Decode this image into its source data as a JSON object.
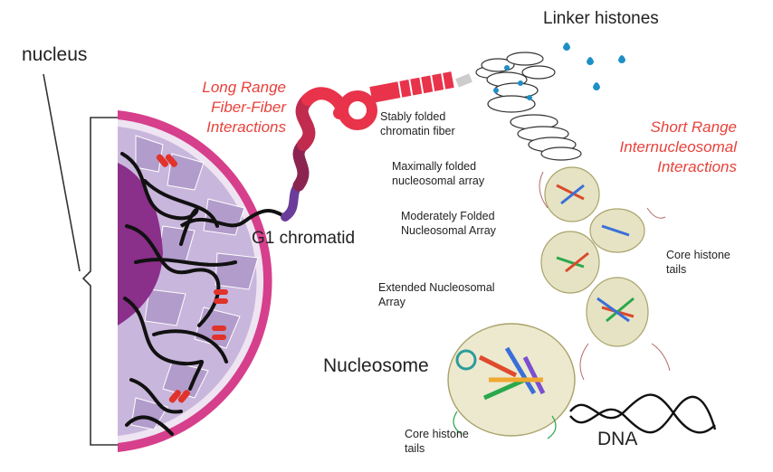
{
  "labels": {
    "nucleus": "nucleus",
    "linker_histones": "Linker histones",
    "long_range_1": "Long Range",
    "long_range_2": "Fiber-Fiber",
    "long_range_3": "Interactions",
    "stably_folded_1": "Stably folded",
    "stably_folded_2": "chromatin fiber",
    "short_range_1": "Short Range",
    "short_range_2": "Internucleosomal",
    "short_range_3": "Interactions",
    "maximally_1": "Maximally folded",
    "maximally_2": "nucleosomal array",
    "moderately_1": "Moderately Folded",
    "moderately_2": "Nucleosomal Array",
    "g1_chromatid": "G1 chromatid",
    "core_tails_right_1": "Core histone",
    "core_tails_right_2": "tails",
    "extended_1": "Extended Nucleosomal",
    "extended_2": "Array",
    "nucleosome": "Nucleosome",
    "core_tails_bottom_1": "Core histone",
    "core_tails_bottom_2": "tails",
    "dna": "DNA"
  },
  "colors": {
    "nuclear_envelope": "#d63f8c",
    "nucleoplasm": "#c9b6dc",
    "nucleolus": "#8a2f8a",
    "pore_red": "#e0332b",
    "chromatin_black": "#111111",
    "fiber_red": "#e8334a",
    "fiber_dark": "#8b2450",
    "fiber_purple": "#6a3d9a",
    "linker_histone_blue": "#1e8fc7",
    "annotation_red": "#e8423b",
    "dna_grey": "#c9c69a"
  }
}
